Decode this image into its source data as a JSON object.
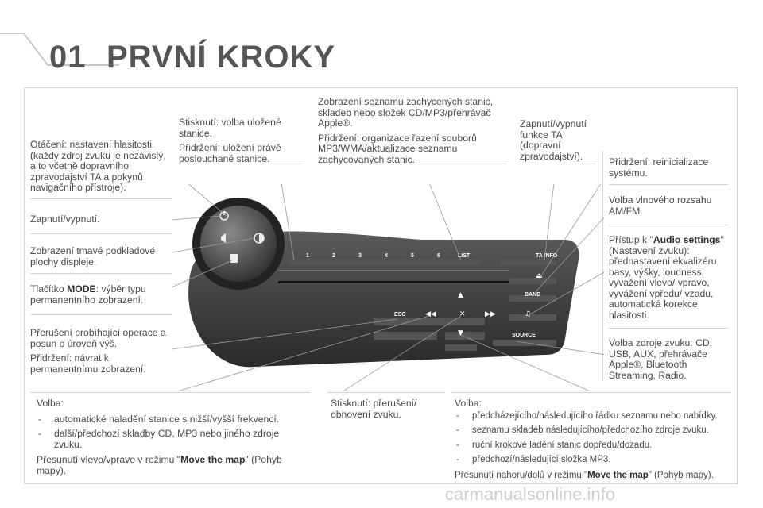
{
  "header": {
    "chapter": "01",
    "title": "PRVNÍ KROKY"
  },
  "callouts": {
    "volume": "Otáčení: nastavení hlasitosti (každý zdroj zvuku je nezávislý, a to včetně dopravního zpravodajství TA a pokynů navigačního přístroje).",
    "power": "Zapnutí/vypnutí.",
    "dark": "Zobrazení tmavé podkladové plochy displeje.",
    "mode_pre": "Tlačítko ",
    "mode_bold": "MODE",
    "mode_post": ": výběr typu permanentního zobrazení.",
    "esc1": "Přerušení probíhající operace a posun o úroveň výš.",
    "esc2": "Přidržení: návrat k permanentnímu zobrazení.",
    "preset1": "Stisknutí: volba uložené stanice.",
    "preset2": "Přidržení: uložení právě poslouchané stanice.",
    "list1": "Zobrazení seznamu zachycených stanic, skladeb nebo složek CD/MP3/přehrávač Apple®.",
    "list2": "Přidržení: organizace řazení souborů MP3/WMA/aktualizace seznamu zachycovaných stanic.",
    "ta": "Zapnutí/vypnutí funkce TA (dopravní zpravodajství).",
    "reset": "Přidržení: reinicializace systému.",
    "band": "Volba vlnového rozsahu AM/FM.",
    "audio_pre": "Přístup k \"",
    "audio_bold": "Audio settings",
    "audio_post": "\" (Nastavení zvuku): přednastavení ekvalizéru, basy, výšky, loudness, vyvážení vlevo/ vpravo, vyvážení vpředu/ vzadu, automatická korekce hlasitosti.",
    "source": "Volba zdroje zvuku: CD, USB, AUX, přehrávače Apple®, Bluetooth Streaming, Radio.",
    "left_bottom": {
      "heading": "Volba:",
      "items": [
        "automatické naladění stanice s nižší/vyšší frekvencí.",
        "další/předchozí skladby CD, MP3 nebo jiného zdroje zvuku."
      ],
      "move_pre": "Přesunutí vlevo/vpravo v režimu \"",
      "move_bold": "Move the map",
      "move_post": "\" (Pohyb mapy)."
    },
    "mute": "Stisknutí: přerušení/ obnovení zvuku.",
    "right_bottom": {
      "heading": "Volba:",
      "items": [
        "předcházejícího/následujícího řádku seznamu nebo nabídky.",
        "seznamu skladeb následujícího/předchozího zdroje zvuku.",
        "ruční krokové ladění stanic dopředu/dozadu.",
        "předchozí/následující složka MP3."
      ],
      "move_pre": "Přesunutí nahoru/dolů v režimu \"",
      "move_bold": "Move the map",
      "move_post": "\" (Pohyb mapy)."
    }
  },
  "radio_labels": {
    "presets": [
      "1",
      "2",
      "3",
      "4",
      "5",
      "6"
    ],
    "list": "LIST",
    "ta_info": "TA INFO",
    "band": "BAND",
    "esc": "ESC",
    "source": "SOURCE"
  },
  "watermark": "carmanualsonline.info",
  "colors": {
    "accent_line": "#c8c8c8",
    "radio_dark": "#2b2b2b",
    "radio_face": "#3d3d3d"
  }
}
